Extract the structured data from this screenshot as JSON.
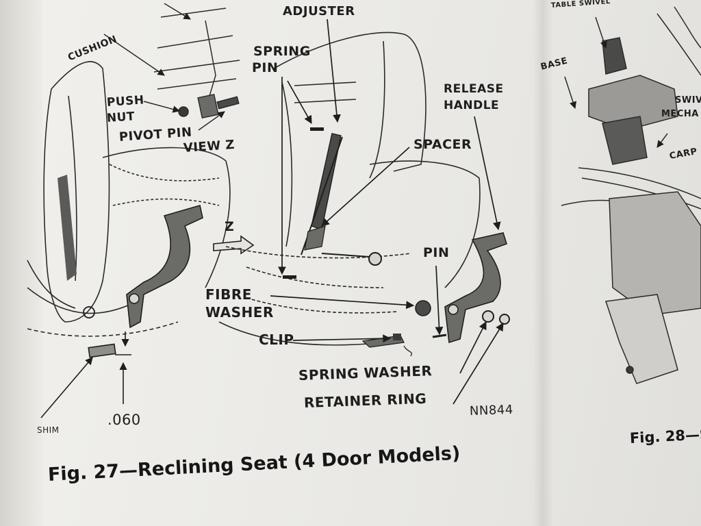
{
  "figure_27": {
    "caption": "Fig. 27—Reclining Seat (4 Door Models)",
    "code": "NN844",
    "labels": {
      "adjuster": "ADJUSTER",
      "spring_pin": [
        "SPRING",
        "PIN"
      ],
      "release_handle": [
        "RELEASE",
        "HANDLE"
      ],
      "spacer": "SPACER",
      "cushion": "CUSHION",
      "push_nut": [
        "PUSH",
        "NUT"
      ],
      "pivot_pin": "PIVOT PIN",
      "view": "VIEW Z",
      "z_arrow": "Z",
      "pin": "PIN",
      "fibre_washer": [
        "FIBRE",
        "WASHER"
      ],
      "clip": "CLIP",
      "spring_washer": "SPRING WASHER",
      "retainer_ring": "RETAINER RING",
      "shim": "SHIM",
      "thickness": ".060"
    }
  },
  "figure_28": {
    "caption_fragment": "Fig. 28—S",
    "labels": {
      "base": "BASE",
      "swivel": "SWIV",
      "mechanism": "MECHA",
      "carpet": "CARP",
      "table_swivel": "TABLE SWIVEL"
    }
  },
  "colors": {
    "ink": "#1e1e1e",
    "paper": "#ecebe7",
    "shading": "#8e8e8a"
  }
}
